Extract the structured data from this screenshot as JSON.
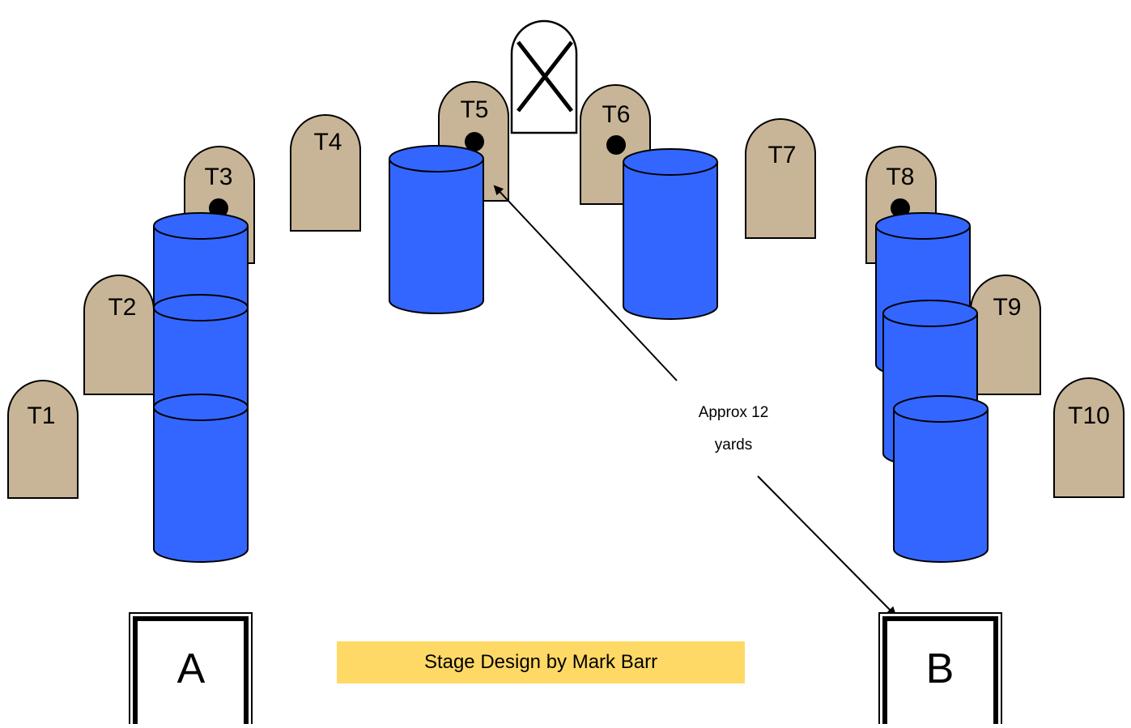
{
  "targets": [
    {
      "id": "t1",
      "label": "T1"
    },
    {
      "id": "t2",
      "label": "T2"
    },
    {
      "id": "t3",
      "label": "T3"
    },
    {
      "id": "t4",
      "label": "T4"
    },
    {
      "id": "t5",
      "label": "T5"
    },
    {
      "id": "t6",
      "label": "T6"
    },
    {
      "id": "t7",
      "label": "T7"
    },
    {
      "id": "t8",
      "label": "T8"
    },
    {
      "id": "t9",
      "label": "T9"
    },
    {
      "id": "t10",
      "label": "T10"
    }
  ],
  "boxes": {
    "a_label": "A",
    "b_label": "B"
  },
  "annotation": {
    "line1": "Approx 12",
    "line2": "yards"
  },
  "credit": "Stage Design by Mark Barr",
  "colors": {
    "target": "#c8b597",
    "barrel": "#3366ff",
    "credit_bg": "#ffd966"
  }
}
